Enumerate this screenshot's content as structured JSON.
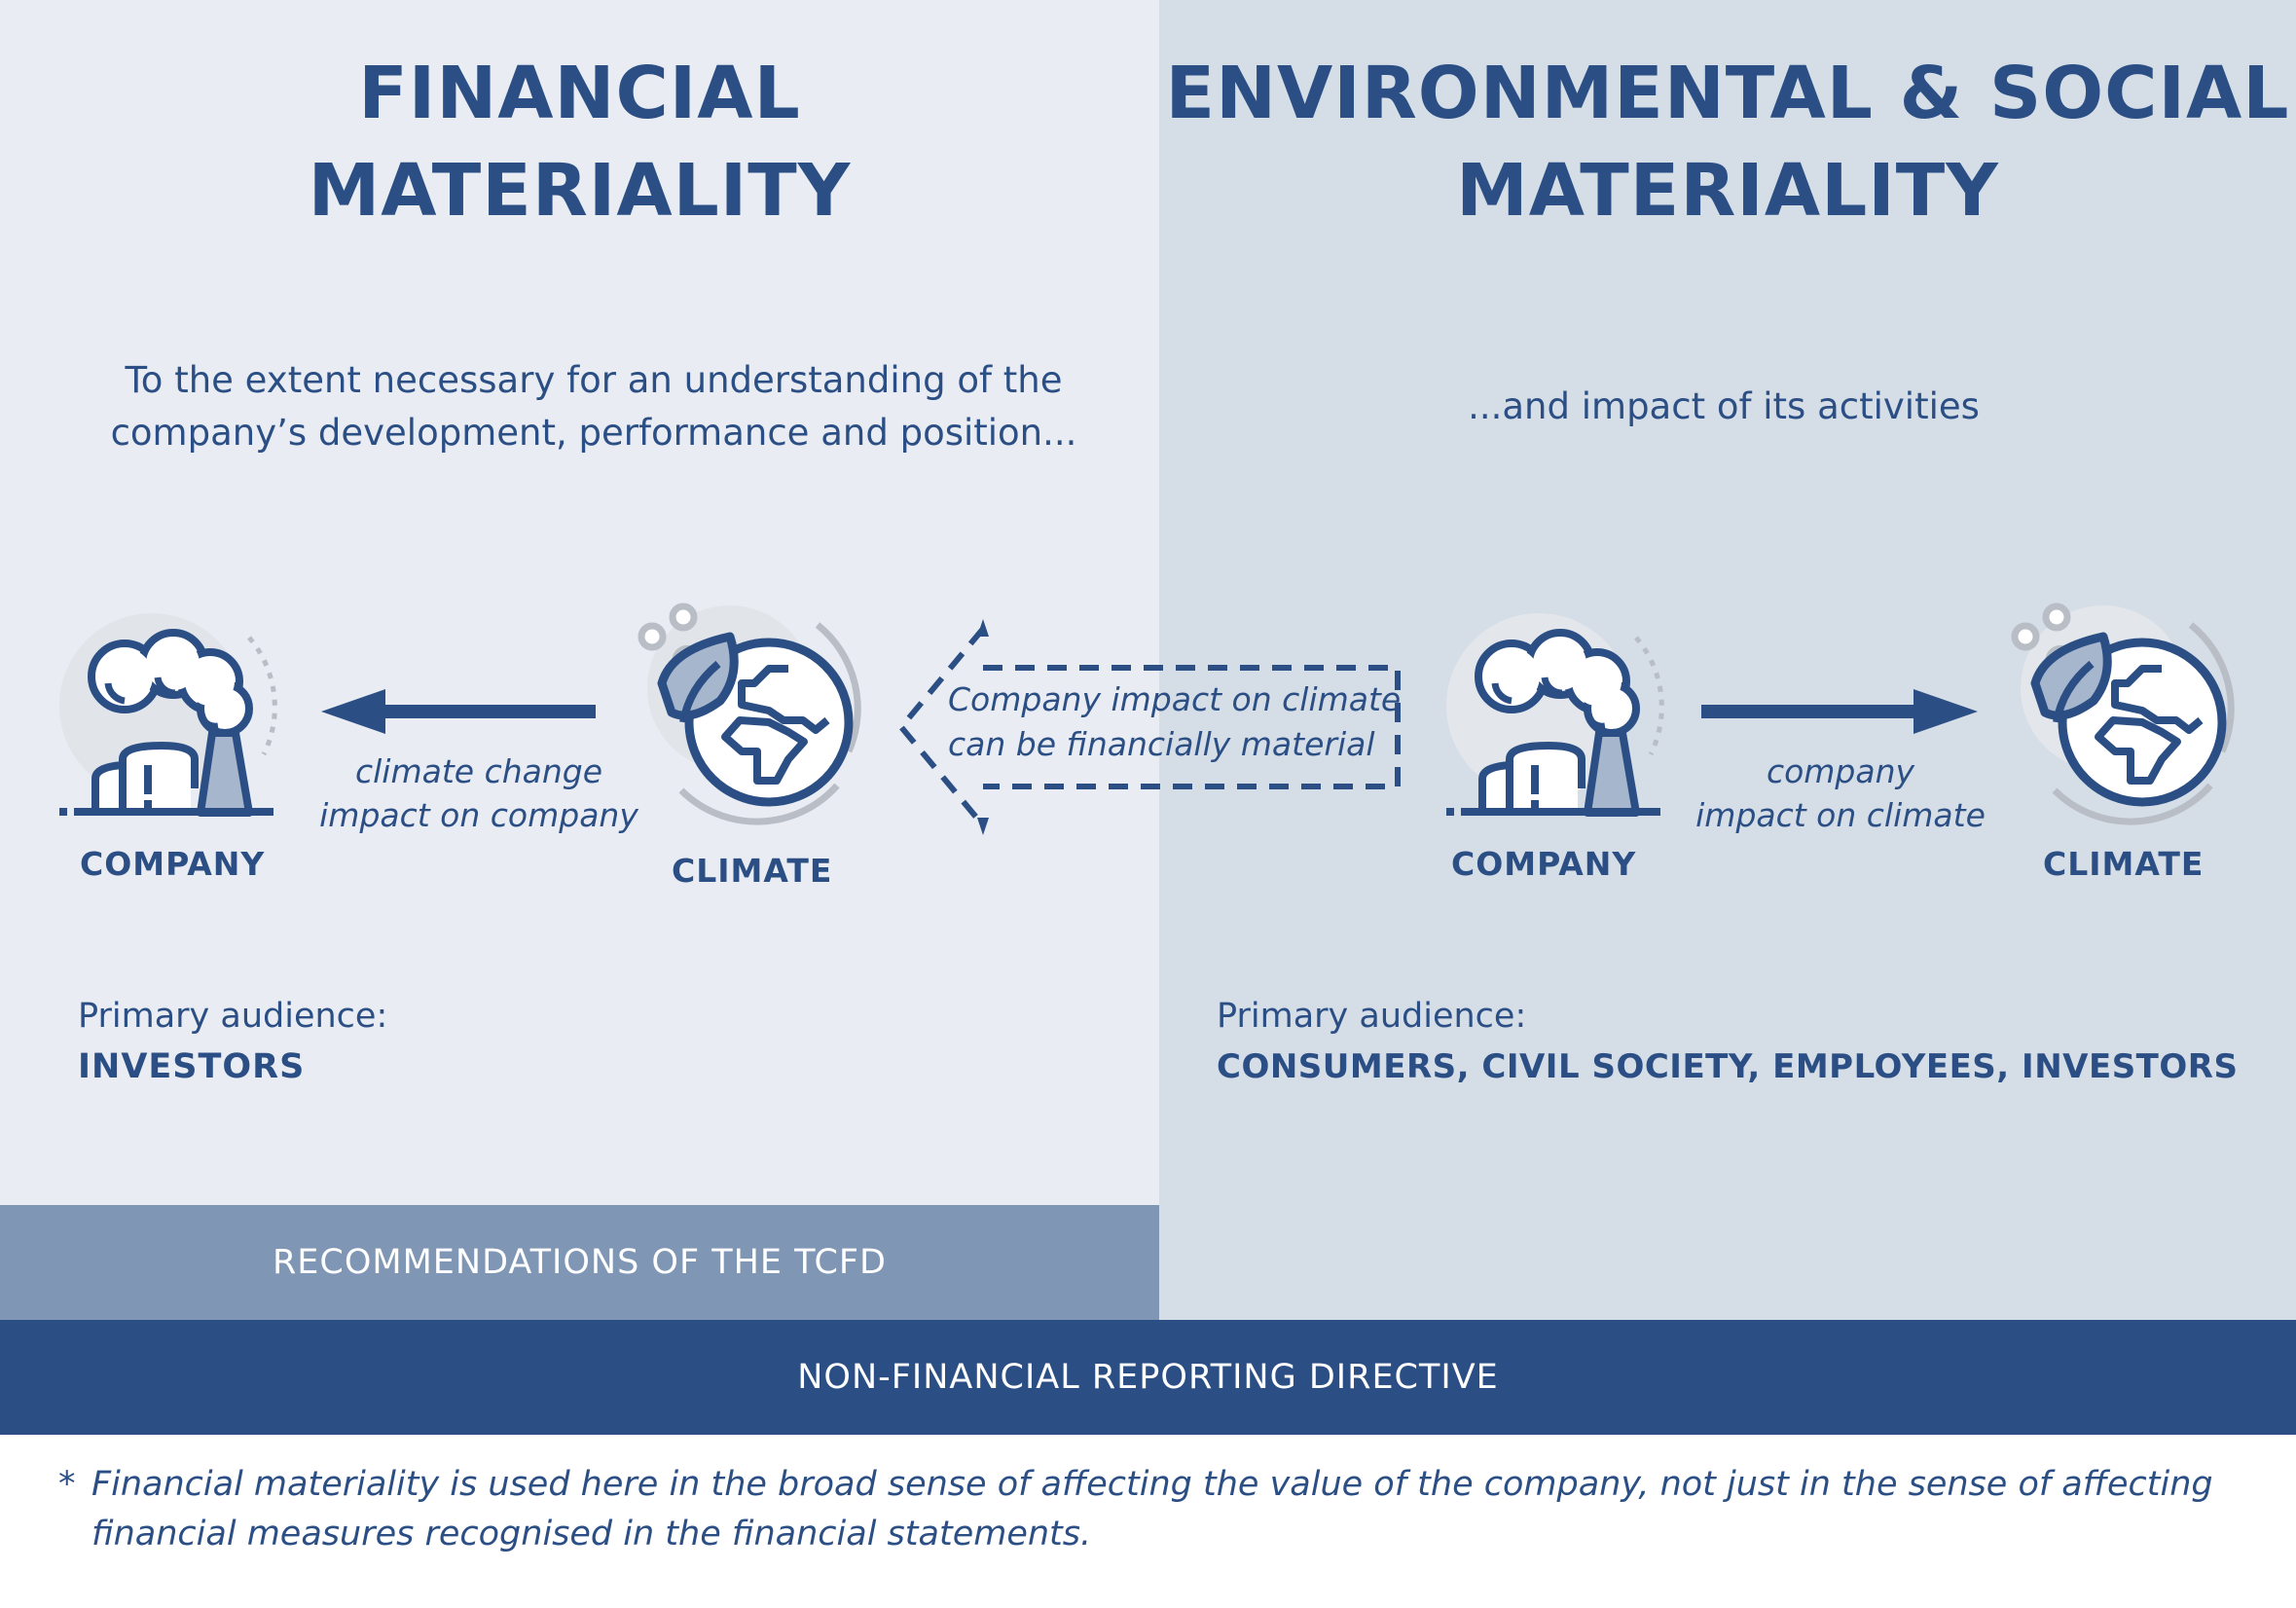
{
  "colors": {
    "primary": "#2b4f84",
    "left_panel_bg": "#e9ecf2",
    "right_panel_bg": "#d5dde7",
    "tcfd_band_bg": "#7f96b5",
    "nfrd_band_bg": "#2b4f84",
    "icon_fill_light": "#ffffff",
    "icon_fill_tint": "#a6b6cc",
    "icon_accent_grey": "#b9bec6"
  },
  "left_panel": {
    "title_line1": "FINANCIAL",
    "title_line2": "MATERIALITY",
    "lead_line1": "To the extent necessary for an understanding of the",
    "lead_line2": "company’s development, performance and position...",
    "company_label": "COMPANY",
    "climate_label": "CLIMATE",
    "arrow_direction": "climate-to-company",
    "arrow_label_line1": "climate change",
    "arrow_label_line2": "impact on company",
    "audience_label": "Primary audience:",
    "audience_value": "INVESTORS",
    "icons": [
      "factory-icon",
      "globe-leaf-icon",
      "arrow-left-icon"
    ]
  },
  "right_panel": {
    "title_line1": "ENVIRONMENTAL & SOCIAL",
    "title_line2": "MATERIALITY",
    "lead": "...and impact of its activities",
    "company_label": "COMPANY",
    "climate_label": "CLIMATE",
    "arrow_direction": "company-to-climate",
    "arrow_label_line1": "company",
    "arrow_label_line2": "impact on climate",
    "audience_label": "Primary audience:",
    "audience_value": "CONSUMERS, CIVIL SOCIETY, EMPLOYEES, INVESTORS",
    "icons": [
      "factory-icon",
      "globe-leaf-icon",
      "arrow-right-icon"
    ]
  },
  "bridge_arrow": {
    "style": "dashed",
    "direction": "right-to-left",
    "line1": "Company impact on climate",
    "line2": "can be financially material"
  },
  "bands": {
    "tcfd": "RECOMMENDATIONS OF THE TCFD",
    "nfrd": "NON-FINANCIAL REPORTING DIRECTIVE"
  },
  "footnote": {
    "marker": "*",
    "text": "Financial materiality is used here in the broad sense of affecting the value of the company, not just in the sense of affecting financial measures recognised in the financial statements."
  }
}
